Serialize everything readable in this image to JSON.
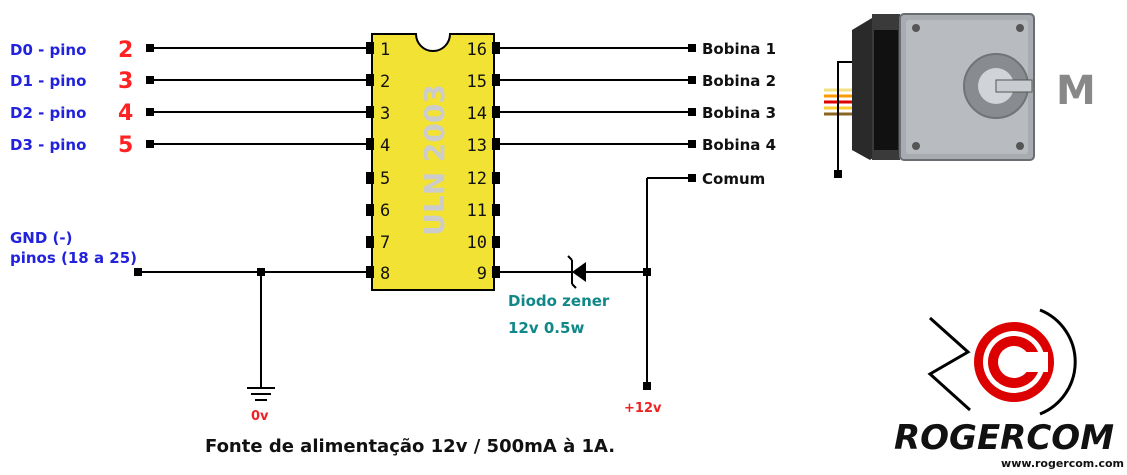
{
  "inputs": [
    {
      "label": "D0 - pino",
      "pin": "2"
    },
    {
      "label": "D1 - pino",
      "pin": "3"
    },
    {
      "label": "D2 - pino",
      "pin": "4"
    },
    {
      "label": "D3 - pino",
      "pin": "5"
    }
  ],
  "gnd": {
    "line1": "GND (-)",
    "line2": "pinos (18 a 25)"
  },
  "chip": {
    "name": "ULN 2003",
    "left_pins": [
      "1",
      "2",
      "3",
      "4",
      "5",
      "6",
      "7",
      "8"
    ],
    "right_pins": [
      "16",
      "15",
      "14",
      "13",
      "12",
      "11",
      "10",
      "9"
    ]
  },
  "outputs": [
    "Bobina 1",
    "Bobina 2",
    "Bobina 3",
    "Bobina 4",
    "Comum"
  ],
  "diode": {
    "line1": "Diodo zener",
    "line2": "12v 0.5w"
  },
  "supply": {
    "zero": "0v",
    "plus": "+12v",
    "caption": "Fonte de alimentação 12v / 500mA à 1A."
  },
  "motor": {
    "label": "M"
  },
  "logo": {
    "brand": "ROGERCOM",
    "url": "www.rogercom.com"
  },
  "colors": {
    "chip": "#f2e234",
    "signal": "#2222dd",
    "pin_number": "#ff2222",
    "teal": "#118888",
    "red": "#ee2222"
  }
}
